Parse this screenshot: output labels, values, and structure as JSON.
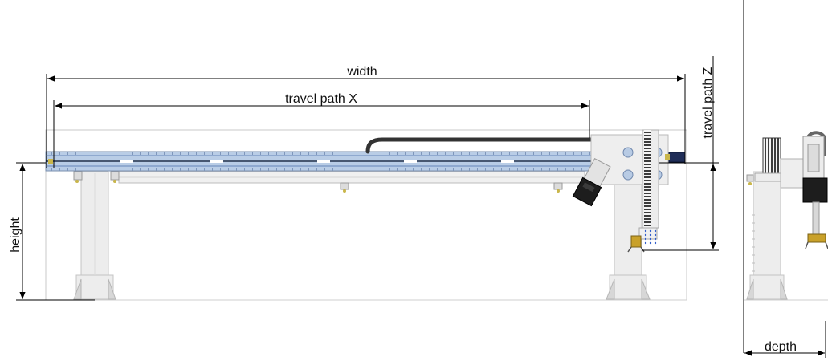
{
  "labels": {
    "width": "width",
    "travel_x": "travel path X",
    "travel_z": "travel path Z",
    "height": "height",
    "depth": "depth"
  },
  "colors": {
    "beam_blue": "#b9cde6",
    "beam_stripe": "#8fa9cf",
    "cable": "#333333",
    "motor": "#1d1d1d",
    "dim_line": "#000000"
  },
  "icons": {
    "width_arrow": "double-arrow-horizontal",
    "travel_x_arrow": "double-arrow-horizontal",
    "travel_z_arrow": "double-arrow-vertical",
    "height_arrow": "double-arrow-vertical",
    "depth_arrow": "double-arrow-horizontal"
  }
}
